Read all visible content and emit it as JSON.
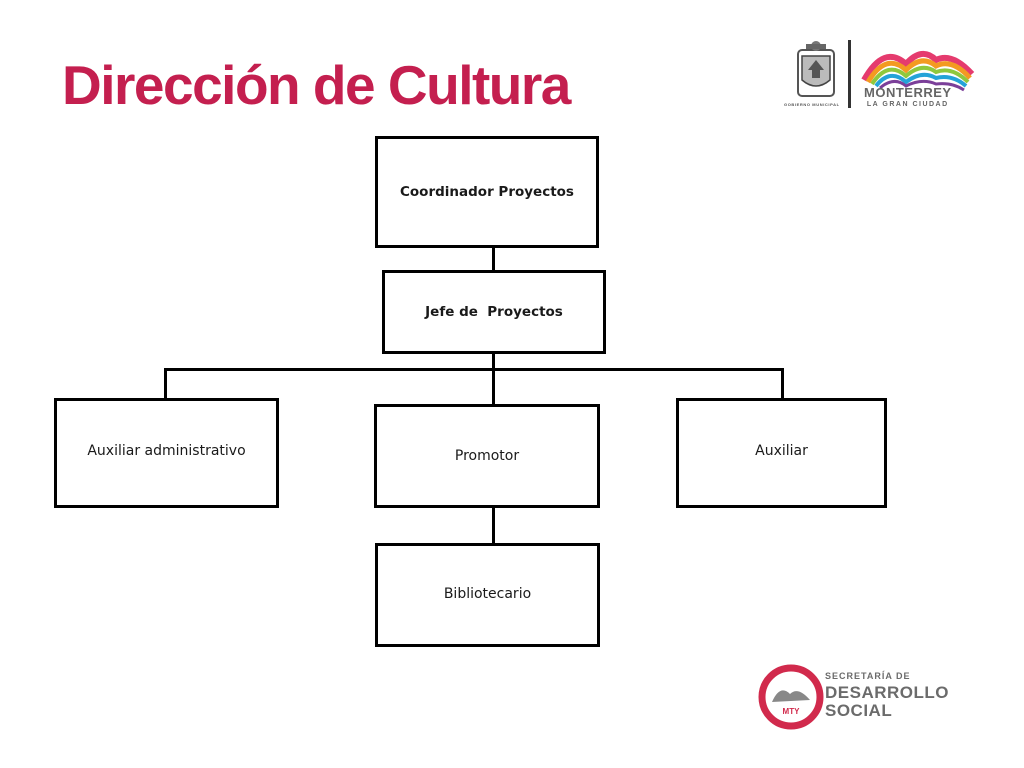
{
  "title": "Dirección de Cultura",
  "org_chart": {
    "coordinador": "Coordinador Proyectos",
    "jefe": "Jefe de  Proyectos",
    "auxiliar_admin": "Auxiliar administrativo",
    "promotor": "Promotor",
    "auxiliar": "Auxiliar",
    "bibliotecario": "Bibliotecario"
  },
  "logos": {
    "gobierno": "GOBIERNO MUNICIPAL",
    "monterrey": "MONTERREY",
    "monterrey_tagline": "LA GRAN CIUDAD",
    "secretaria": "SECRETARÍA DE",
    "desarrollo": "DESARROLLO",
    "social": "SOCIAL",
    "mty": "MTY"
  },
  "colors": {
    "title": "#c41f4f",
    "brand_red": "#d12a4c",
    "logo_gray": "#6b6b6b"
  }
}
